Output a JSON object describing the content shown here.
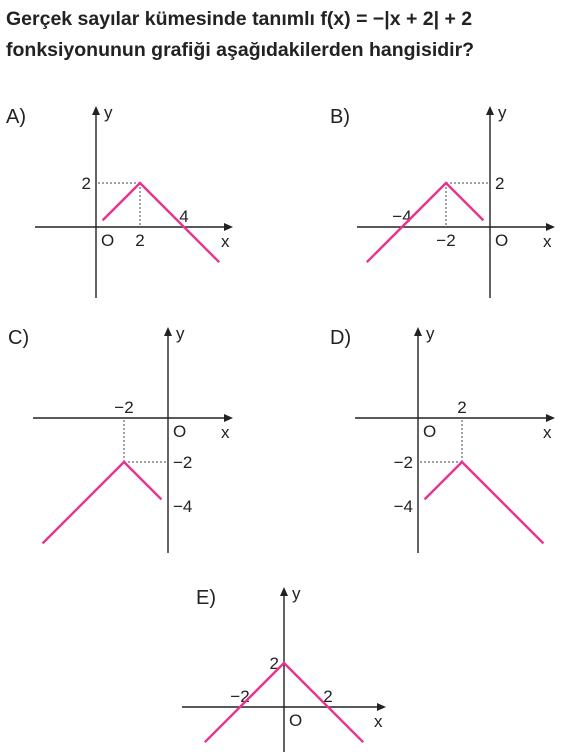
{
  "question": {
    "line1": "Gerçek sayılar kümesinde tanımlı f(x) = −|x + 2| + 2",
    "line2": "fonksiyonunun grafiği aşağıdakilerden hangisidir?"
  },
  "colors": {
    "graph": "#e8338f",
    "axes": "#222222",
    "guide": "#444444"
  },
  "options": [
    {
      "id": "a",
      "label": "A)",
      "xlabel": "x",
      "ylabel": "y",
      "origin": "O",
      "vertex": [
        2,
        2
      ],
      "ticks": [
        {
          "text": "2",
          "at": [
            0,
            2
          ],
          "side": "left"
        },
        {
          "text": "2",
          "at": [
            2,
            0
          ],
          "side": "below"
        },
        {
          "text": "4",
          "at": [
            4,
            0
          ],
          "side": "above"
        }
      ]
    },
    {
      "id": "b",
      "label": "B)",
      "xlabel": "x",
      "ylabel": "y",
      "origin": "O",
      "vertex": [
        -2,
        2
      ],
      "ticks": [
        {
          "text": "2",
          "at": [
            0,
            2
          ],
          "side": "right"
        },
        {
          "text": "−2",
          "at": [
            -2,
            0
          ],
          "side": "below"
        },
        {
          "text": "−4",
          "at": [
            -4,
            0
          ],
          "side": "above"
        }
      ]
    },
    {
      "id": "c",
      "label": "C)",
      "xlabel": "x",
      "ylabel": "y",
      "origin": "O",
      "vertex": [
        -2,
        -2
      ],
      "ticks": [
        {
          "text": "−2",
          "at": [
            -2,
            0
          ],
          "side": "above"
        },
        {
          "text": "−2",
          "at": [
            0,
            -2
          ],
          "side": "right"
        },
        {
          "text": "−4",
          "at": [
            0,
            -4
          ],
          "side": "right"
        }
      ]
    },
    {
      "id": "d",
      "label": "D)",
      "xlabel": "x",
      "ylabel": "y",
      "origin": "O",
      "vertex": [
        2,
        -2
      ],
      "ticks": [
        {
          "text": "2",
          "at": [
            2,
            0
          ],
          "side": "above"
        },
        {
          "text": "−2",
          "at": [
            0,
            -2
          ],
          "side": "left"
        },
        {
          "text": "−4",
          "at": [
            0,
            -4
          ],
          "side": "left"
        }
      ]
    },
    {
      "id": "e",
      "label": "E)",
      "xlabel": "x",
      "ylabel": "y",
      "origin": "O",
      "vertex": [
        0,
        2
      ],
      "ticks": [
        {
          "text": "2",
          "at": [
            0,
            2
          ],
          "side": "left"
        },
        {
          "text": "−2",
          "at": [
            -2,
            0
          ],
          "side": "above"
        },
        {
          "text": "2",
          "at": [
            2,
            0
          ],
          "side": "above"
        }
      ]
    }
  ]
}
